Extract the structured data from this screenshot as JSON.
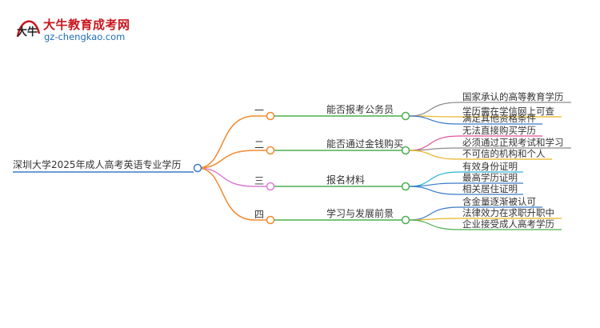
{
  "brand": {
    "logo_mark": "大牛",
    "name": "大牛教育成考网",
    "url": "gz-chengkao.com",
    "name_color": "#c8161d",
    "url_color": "#1f6db5"
  },
  "mindmap": {
    "root": "深圳大学2025年成人高考英语专业学历",
    "branches": [
      {
        "marker": "一",
        "label": "能否报考公务员",
        "color": "#f28a2e",
        "children": [
          {
            "text": "国家承认的高等教育学历",
            "color": "#8c8c8c"
          },
          {
            "text": "学历需在学信网上可查",
            "color": "#e6b422"
          },
          {
            "text": "满足其他资格条件",
            "color": "#3a7bc8"
          }
        ]
      },
      {
        "marker": "二",
        "label": "能否通过金钱购买",
        "color": "#f28a2e",
        "children": [
          {
            "text": "无法直接购买学历",
            "color": "#e0529c"
          },
          {
            "text": "必须通过正规考试和学习",
            "color": "#8c8c8c"
          },
          {
            "text": "不可信的机构和个人",
            "color": "#e6b422"
          }
        ]
      },
      {
        "marker": "三",
        "label": "报名材料",
        "color": "#d97fd0",
        "children": [
          {
            "text": "有效身份证明",
            "color": "#2bb5d6"
          },
          {
            "text": "最高学历证明",
            "color": "#3a7bc8"
          },
          {
            "text": "相关居住证明",
            "color": "#3a7bc8"
          }
        ]
      },
      {
        "marker": "四",
        "label": "学习与发展前景",
        "color": "#f28a2e",
        "children": [
          {
            "text": "含金量逐渐被认可",
            "color": "#3a7bc8"
          },
          {
            "text": "法律效力在求职升职中",
            "color": "#e6b422"
          },
          {
            "text": "企业接受成人高考学历",
            "color": "#4caf50"
          }
        ]
      }
    ]
  }
}
